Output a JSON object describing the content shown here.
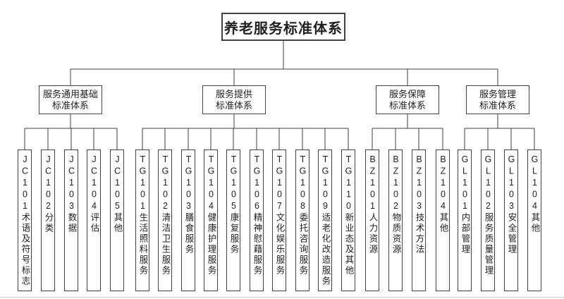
{
  "diagram": {
    "root": {
      "label": "养老服务标准体系"
    },
    "branches": [
      {
        "label_lines": [
          "服务通用基础",
          "标准体系"
        ],
        "children": [
          "JC101术语及符号标志",
          "JC102分类",
          "JC103数据",
          "JC104评估",
          "JC105其他"
        ]
      },
      {
        "label_lines": [
          "服务提供",
          "标准体系"
        ],
        "children": [
          "TG101生活照料服务",
          "TG102清洁卫生服务",
          "TG103膳食服务",
          "TG104健康护理服务",
          "TG105康复服务",
          "TG106精神慰藉服务",
          "TG107文化娱乐服务",
          "TG108委托咨询服务",
          "TG109适老化改造服务",
          "TG110新业态及其他"
        ]
      },
      {
        "label_lines": [
          "服务保障",
          "标准体系"
        ],
        "children": [
          "BZ101人力资源",
          "BZ102物质资源",
          "BZ103技术方法",
          "BZ104其他"
        ]
      },
      {
        "label_lines": [
          "服务管理",
          "标准体系"
        ],
        "children": [
          "GL101内部管理",
          "GL102服务质量管理",
          "GL103安全管理",
          "GL104其他"
        ]
      }
    ],
    "colors": {
      "line": "#424242",
      "text": "#1f1f1f",
      "background": "#ffffff",
      "bottom_divider": "#cccccc"
    }
  }
}
